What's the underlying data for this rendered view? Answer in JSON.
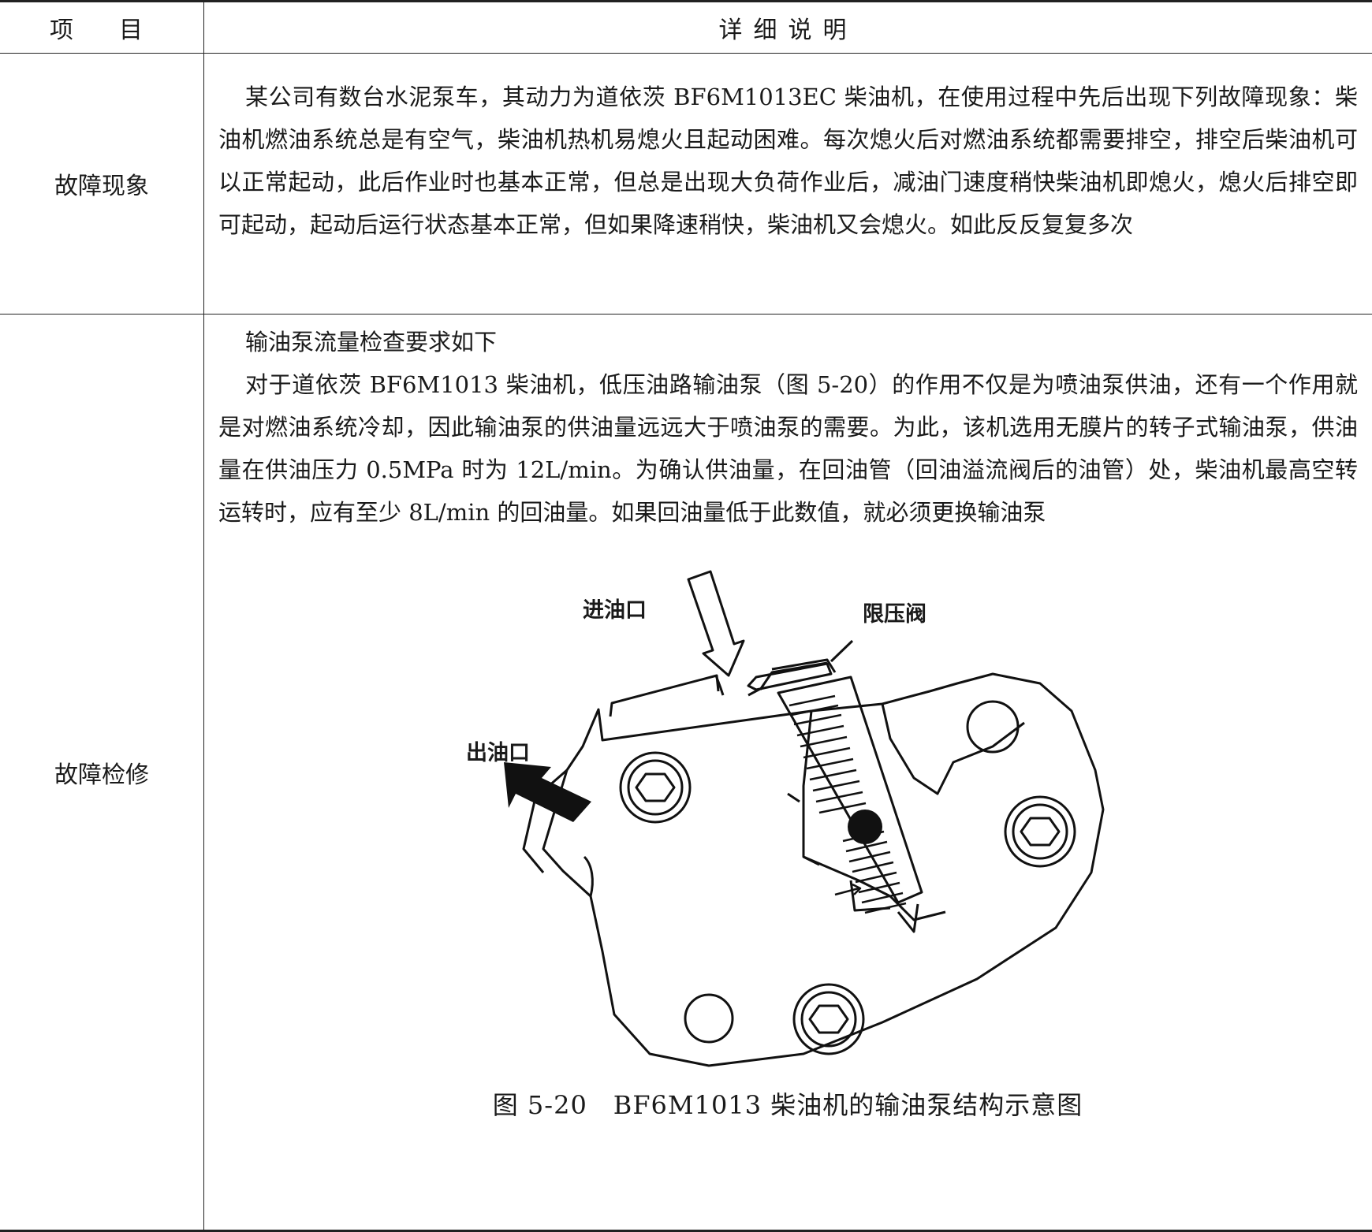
{
  "table": {
    "header": {
      "item": "项　目",
      "detail": "详细说明"
    },
    "rows": {
      "symptom": {
        "label": "故障现象",
        "text": "某公司有数台水泥泵车，其动力为道依茨 BF6M1013EC 柴油机，在使用过程中先后出现下列故障现象：柴油机燃油系统总是有空气，柴油机热机易熄火且起动困难。每次熄火后对燃油系统都需要排空，排空后柴油机可以正常起动，此后作业时也基本正常，但总是出现大负荷作业后，减油门速度稍快柴油机即熄火，熄火后排空即可起动，起动后运行状态基本正常，但如果降速稍快，柴油机又会熄火。如此反反复复多次"
      },
      "repair": {
        "label": "故障检修",
        "heading": "输油泵流量检查要求如下",
        "text": "对于道依茨 BF6M1013 柴油机，低压油路输油泵（图 5-20）的作用不仅是为喷油泵供油，还有一个作用就是对燃油系统冷却，因此输油泵的供油量远远大于喷油泵的需要。为此，该机选用无膜片的转子式输油泵，供油量在供油压力 0.5MPa 时为 12L/min。为确认供油量，在回油管（回油溢流阀后的油管）处，柴油机最高空转运转时，应有至少 8L/min 的回油量。如果回油量低于此数值，就必须更换输油泵"
      }
    }
  },
  "figure": {
    "labels": {
      "inlet": "进油口",
      "outlet": "出油口",
      "valve": "限压阀"
    },
    "caption": "图 5-20　BF6M1013 柴油机的输油泵结构示意图"
  }
}
